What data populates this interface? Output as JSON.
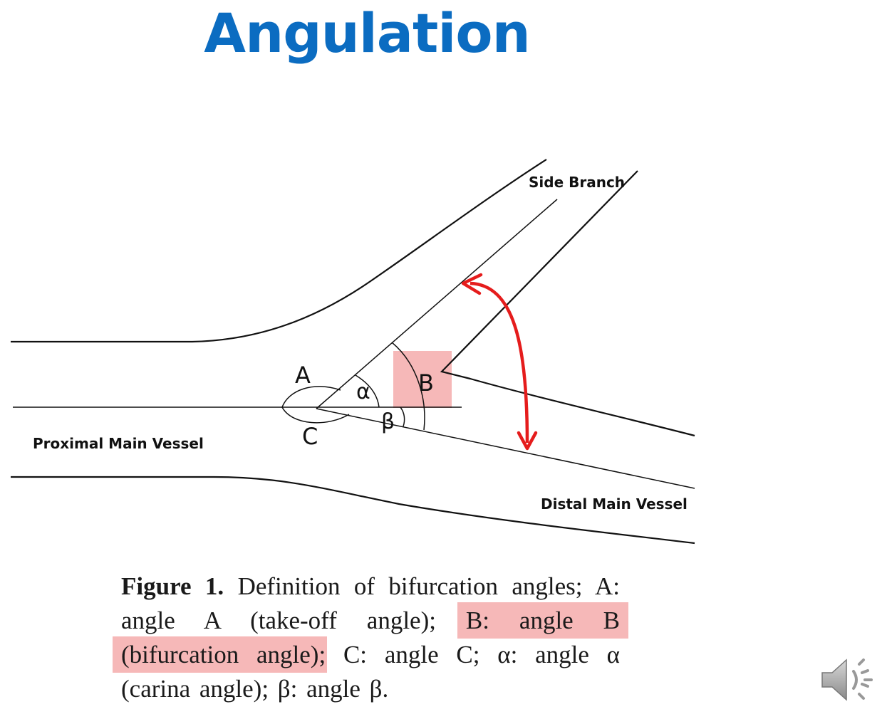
{
  "slide": {
    "title": "Angulation"
  },
  "diagram": {
    "labels": {
      "side_branch": "Side Branch",
      "proximal_main_vessel": "Proximal Main Vessel",
      "distal_main_vessel": "Distal Main Vessel",
      "angle_a": "A",
      "angle_b": "B",
      "angle_c": "C",
      "angle_alpha": "α",
      "angle_beta": "β"
    },
    "colors": {
      "vessel_line": "#111111",
      "arrow": "#e51c1c",
      "highlight": "#f6b8b8"
    }
  },
  "caption": {
    "figure_label": "Figure 1.",
    "part1": " Definition of bifurcation angles; A: angle A (take-off angle); ",
    "highlight": "B: angle B (bifurcation angle)",
    "part2": "; C: angle C; α: angle α (carina angle); β: angle β."
  },
  "icons": {
    "speaker": "speaker-icon"
  }
}
